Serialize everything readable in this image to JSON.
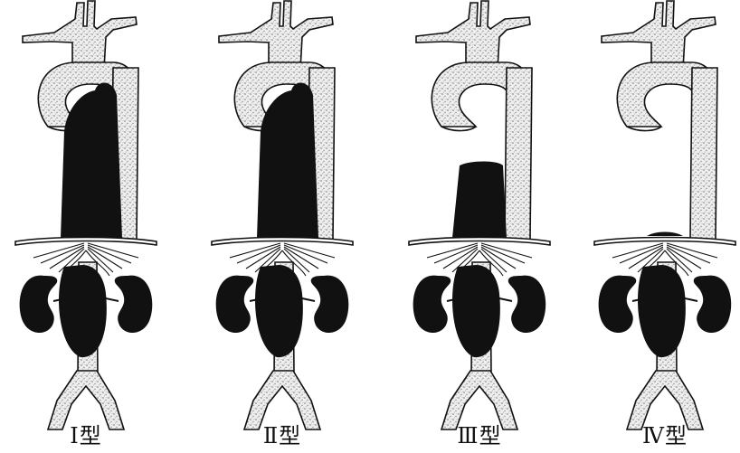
{
  "header_fragment": "",
  "panels": [
    {
      "id": "type-1",
      "label": "Ⅰ型"
    },
    {
      "id": "type-2",
      "label": "Ⅱ型"
    },
    {
      "id": "type-3",
      "label": "Ⅲ型"
    },
    {
      "id": "type-4",
      "label": "Ⅳ型"
    }
  ]
}
